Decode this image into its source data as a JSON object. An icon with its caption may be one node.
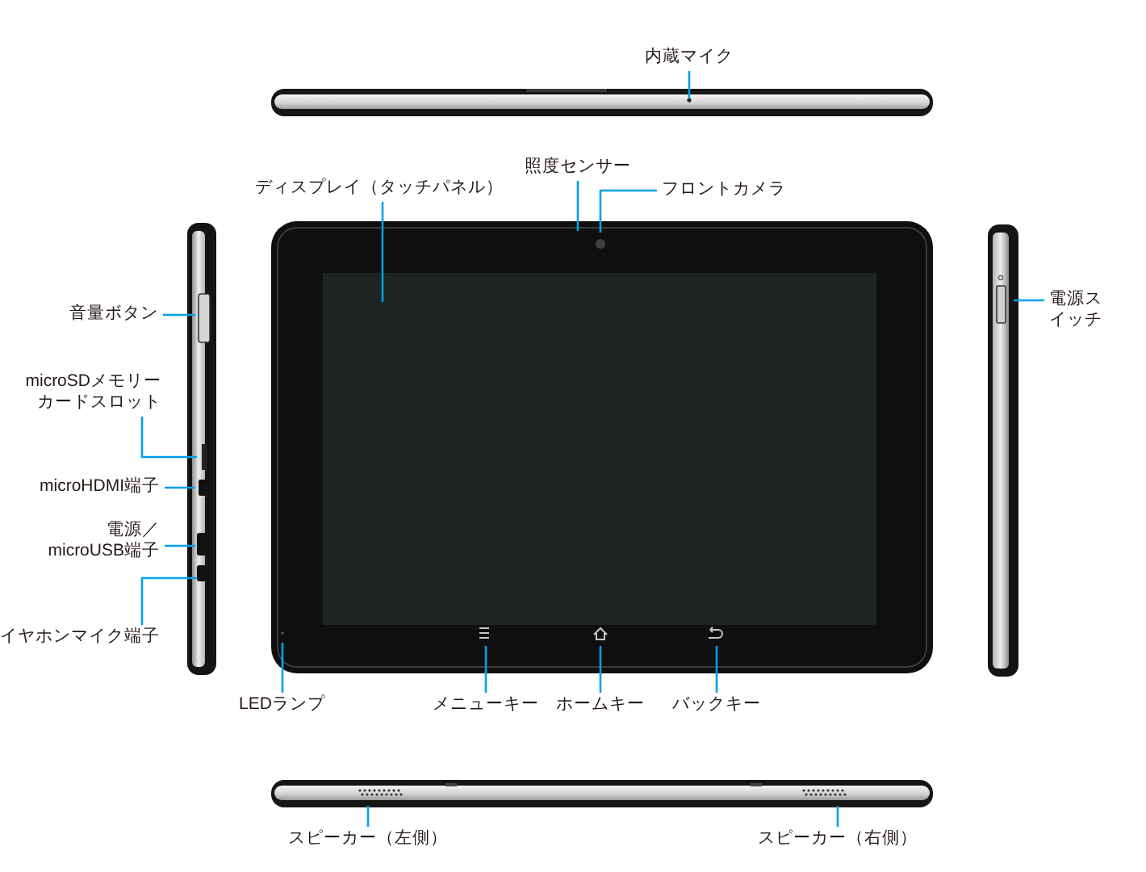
{
  "diagram": {
    "nodes": [
      {
        "text": [
          "内蔵マイク"
        ]
      },
      {
        "text": [
          "照度センサー"
        ]
      },
      {
        "text": [
          "ディスプレイ（タッチパネル）"
        ]
      },
      {
        "text": [
          "フロントカメラ"
        ]
      },
      {
        "text": [
          "音量ボタン"
        ]
      },
      {
        "text": [
          "電源スイッチ"
        ]
      },
      {
        "text": [
          "microSDメモリーカードスロット"
        ]
      },
      {
        "text": [
          "microHDMI端子"
        ]
      },
      {
        "text": [
          "電源／microUSB端子"
        ]
      },
      {
        "text": [
          "イヤホンマイク端子"
        ]
      },
      {
        "text": [
          "LEDランプ"
        ]
      },
      {
        "text": [
          "メニューキー"
        ]
      },
      {
        "text": [
          "ホームキー"
        ]
      },
      {
        "text": [
          "バックキー"
        ]
      },
      {
        "text": [
          "スピーカー（左側）"
        ]
      },
      {
        "text": [
          "スピーカー（右側）"
        ]
      }
    ],
    "edges": [
      {
        "from": 0,
        "to": null,
        "arrow": "none"
      },
      {
        "from": 1,
        "to": null,
        "arrow": "none"
      },
      {
        "from": 2,
        "to": null,
        "arrow": "none"
      },
      {
        "from": 3,
        "to": null,
        "arrow": "none"
      },
      {
        "from": 4,
        "to": null,
        "arrow": "none"
      },
      {
        "from": 5,
        "to": null,
        "arrow": "none"
      },
      {
        "from": 6,
        "to": null,
        "arrow": "none"
      },
      {
        "from": 7,
        "to": null,
        "arrow": "none"
      },
      {
        "from": 8,
        "to": null,
        "arrow": "none"
      },
      {
        "from": 9,
        "to": null,
        "arrow": "none"
      },
      {
        "from": 10,
        "to": null,
        "arrow": "none"
      },
      {
        "from": 11,
        "to": null,
        "arrow": "none"
      },
      {
        "from": 12,
        "to": null,
        "arrow": "none"
      },
      {
        "from": 13,
        "to": null,
        "arrow": "none"
      },
      {
        "from": 14,
        "to": null,
        "arrow": "none"
      },
      {
        "from": 15,
        "to": null,
        "arrow": "none"
      }
    ]
  }
}
